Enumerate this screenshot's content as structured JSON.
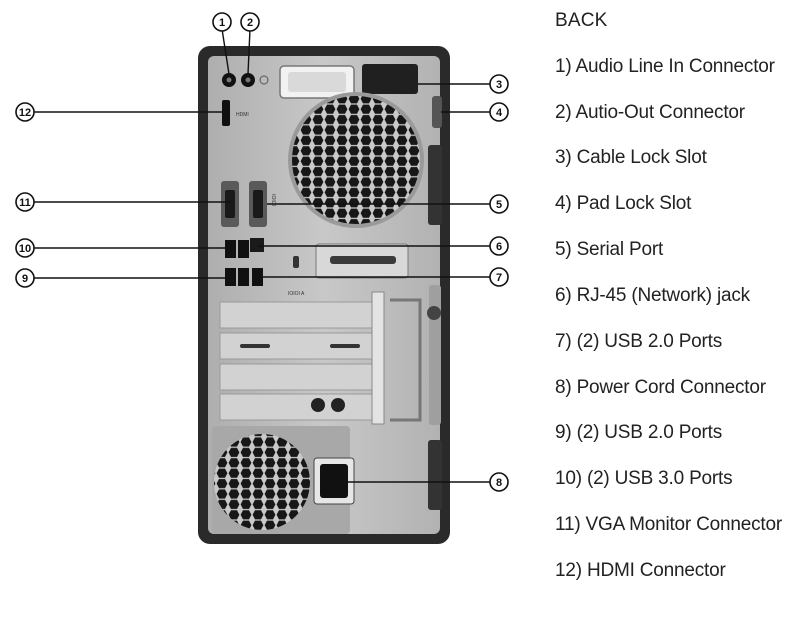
{
  "legend": {
    "title": "BACK",
    "items": [
      "1)  Audio Line In Connector",
      "2)  Autio-Out Connector",
      "3)  Cable Lock Slot",
      "4)  Pad Lock Slot",
      "5)  Serial Port",
      "6)  RJ-45 (Network) jack",
      "7)  (2) USB 2.0 Ports",
      "8)  Power Cord Connector",
      "9)  (2) USB 2.0 Ports",
      "10)  (2) USB 3.0 Ports",
      "11) VGA Monitor Connector",
      "12) HDMI Connector"
    ]
  },
  "callouts": [
    "1",
    "2",
    "3",
    "4",
    "5",
    "6",
    "7",
    "8",
    "9",
    "10",
    "11",
    "12"
  ],
  "port_labels": {
    "hdmi": "HDMI",
    "serial_mark": "IOIOI",
    "usb_mark": "IOIOI A"
  },
  "colors": {
    "chassis_frame": "#2b2b2b",
    "panel": "#bdbdbd",
    "fan_holes": "#1c1c1c",
    "line": "#111111"
  }
}
